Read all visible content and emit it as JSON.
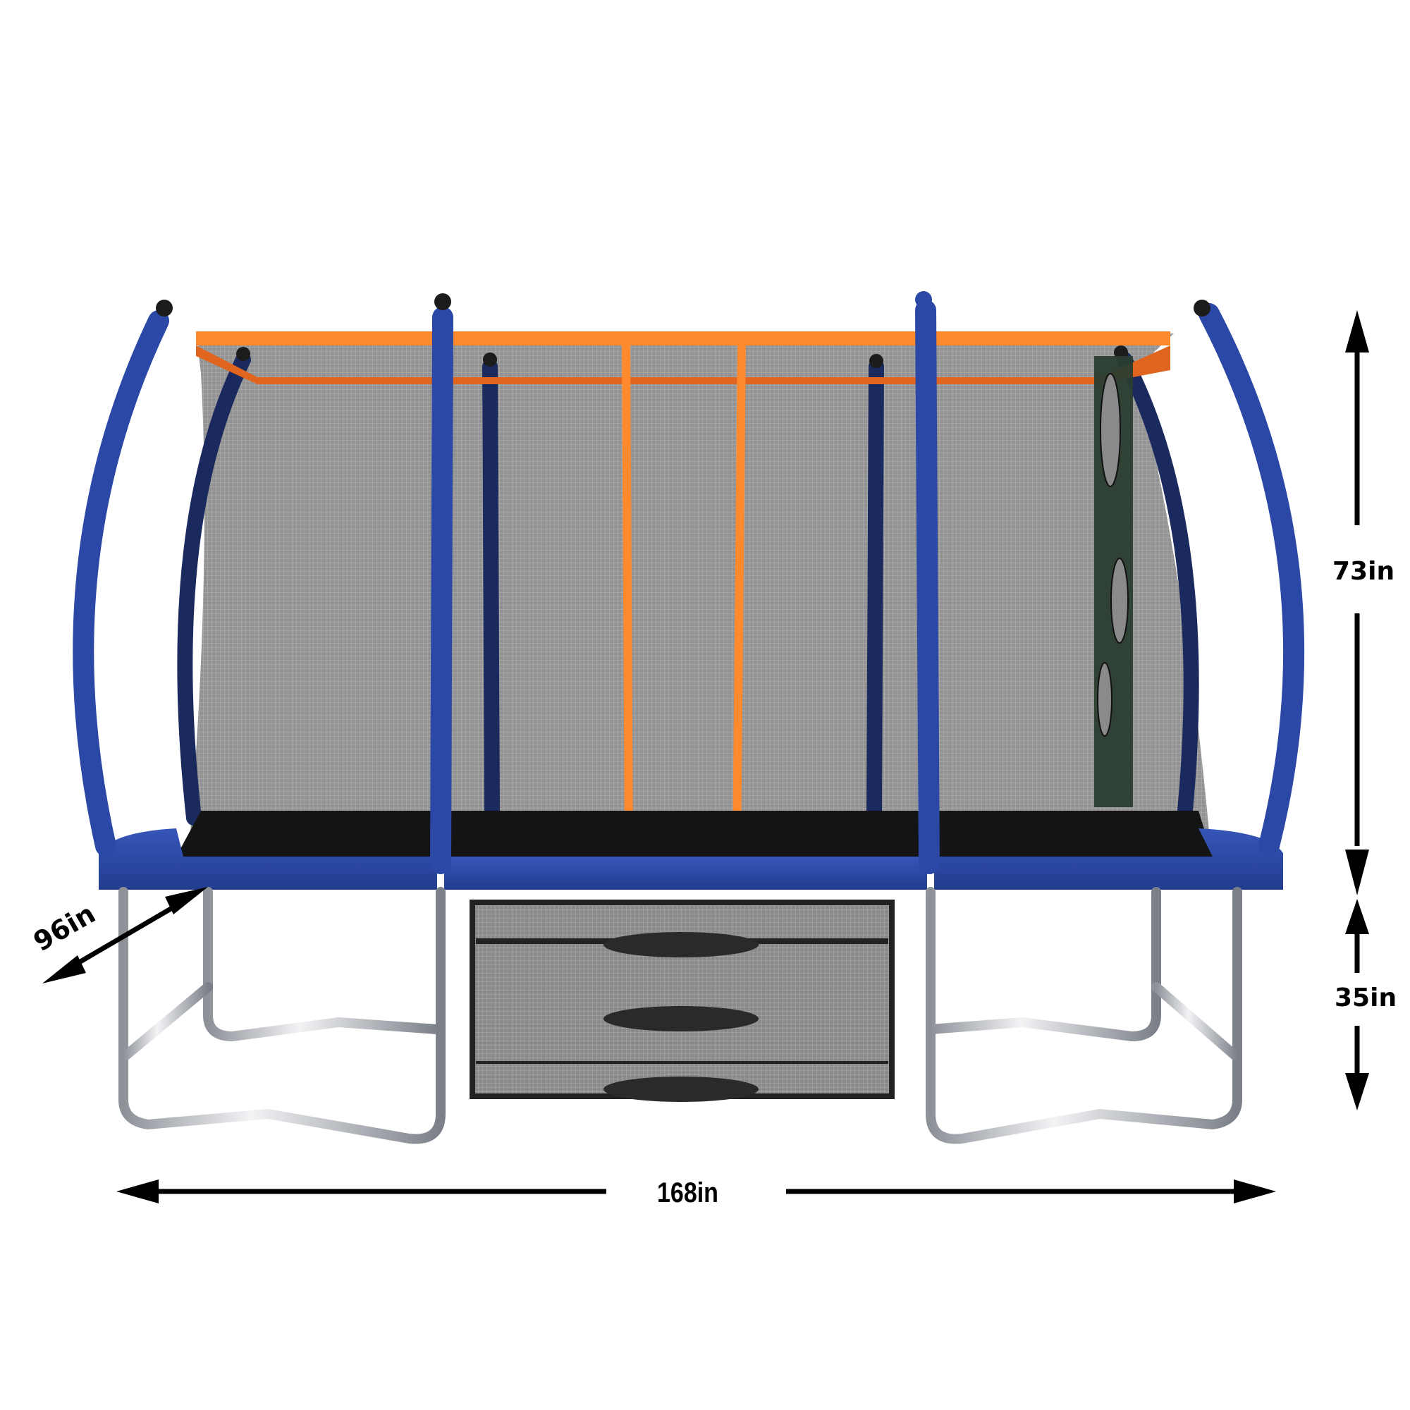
{
  "product": {
    "name": "Rectangular trampoline with safety enclosure net, ladder and soccer goal",
    "colors": {
      "frame_pad": "#2b48a6",
      "frame_pad_dark": "#1f3580",
      "net_top_band": "#ff8a2e",
      "net_top_band_inner": "#e0651e",
      "net": "#8f8f8f",
      "jump_mat": "#1a1a1a",
      "steel": "#c9ccd1",
      "goal_panel": "#2a3d30",
      "pole_cap": "#1c1c1c",
      "dimension_arrow": "#000000"
    }
  },
  "dimensions": {
    "height_above_frame": {
      "label": "73in",
      "value": 73,
      "unit": "in"
    },
    "frame_height": {
      "label": "35in",
      "value": 35,
      "unit": "in"
    },
    "length": {
      "label": "168in",
      "value": 168,
      "unit": "in"
    },
    "width": {
      "label": "96in",
      "value": 96,
      "unit": "in"
    }
  },
  "components": {
    "ladder_steps": 3,
    "soccer_goal_holes": 3,
    "enclosure_poles_front": 4,
    "enclosure_poles_back": 4
  }
}
